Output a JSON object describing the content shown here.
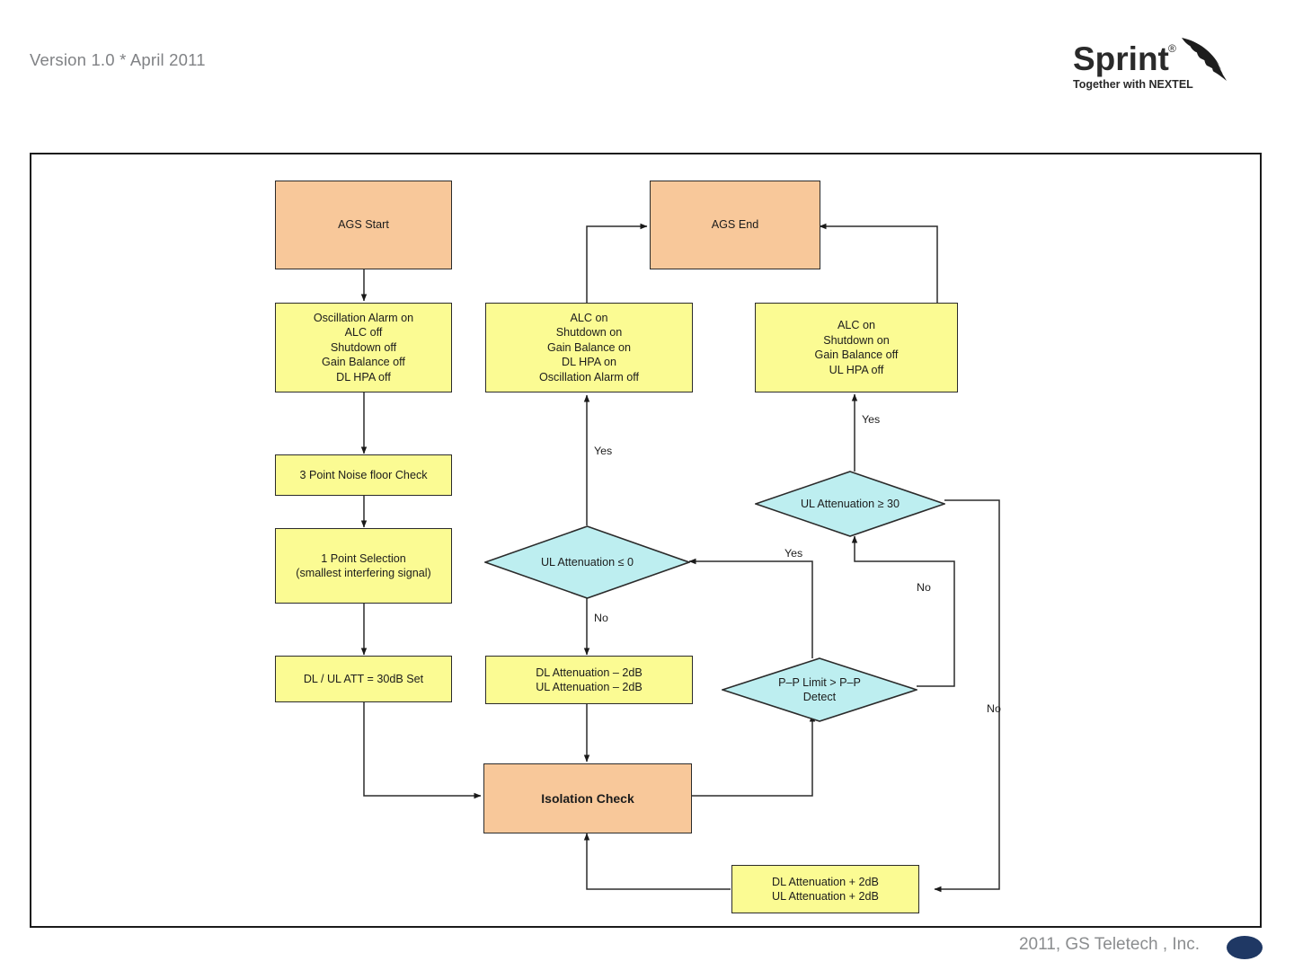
{
  "header": {
    "version_text": "Version 1.0 * April 2011",
    "brand_name": "Sprint",
    "brand_tagline": "Together with NEXTEL",
    "brand_mark": "sprint-swoosh-icon"
  },
  "footer": {
    "copyright": "2011, GS Teletech , Inc.",
    "dot_color": "#1f3864"
  },
  "colors": {
    "terminal_fill": "#f8c89a",
    "process_fill": "#fbfb93",
    "decision_fill": "#bdeef0",
    "stroke": "#2b2b2b",
    "frame": "#1a1a1a",
    "text": "#1c1c1c"
  },
  "chart_data": {
    "type": "diagram",
    "title": "AGS (Auto Gain Setting) Flowchart",
    "nodes": [
      {
        "id": "ags_start",
        "shape": "process",
        "fill": "terminal_fill",
        "label": "AGS Start"
      },
      {
        "id": "init_state",
        "shape": "process",
        "fill": "process_fill",
        "label": "Oscillation Alarm on\nALC off\nShutdown off\nGain Balance off\nDL HPA off"
      },
      {
        "id": "noise_check",
        "shape": "process",
        "fill": "process_fill",
        "label": "3 Point Noise floor Check"
      },
      {
        "id": "point_selection",
        "shape": "process",
        "fill": "process_fill",
        "label": "1 Point Selection\n(smallest interfering signal)"
      },
      {
        "id": "att_30db",
        "shape": "process",
        "fill": "process_fill",
        "label": "DL / UL ATT = 30dB Set"
      },
      {
        "id": "ags_end",
        "shape": "process",
        "fill": "terminal_fill",
        "label": "AGS End"
      },
      {
        "id": "final_dl",
        "shape": "process",
        "fill": "process_fill",
        "label": "ALC on\nShutdown on\nGain Balance on\nDL HPA on\nOscillation Alarm off"
      },
      {
        "id": "final_ul",
        "shape": "process",
        "fill": "process_fill",
        "label": "ALC on\nShutdown on\nGain Balance off\nUL HPA off"
      },
      {
        "id": "ul_att_le_0",
        "shape": "decision",
        "fill": "decision_fill",
        "label": "UL Attenuation ≤ 0"
      },
      {
        "id": "ul_att_ge_30",
        "shape": "decision",
        "fill": "decision_fill",
        "label": "UL Attenuation ≥ 30"
      },
      {
        "id": "pp_limit",
        "shape": "decision",
        "fill": "decision_fill",
        "label": "P–P Limit > P–P\nDetect"
      },
      {
        "id": "att_minus_2db",
        "shape": "process",
        "fill": "process_fill",
        "label": "DL Attenuation – 2dB\nUL Attenuation – 2dB"
      },
      {
        "id": "isolation_check",
        "shape": "process",
        "fill": "terminal_fill",
        "label": "Isolation Check",
        "bold": true
      },
      {
        "id": "att_plus_2db",
        "shape": "process",
        "fill": "process_fill",
        "label": "DL Attenuation + 2dB\nUL Attenuation + 2dB"
      }
    ],
    "edges": [
      {
        "from": "ags_start",
        "to": "init_state",
        "label": ""
      },
      {
        "from": "init_state",
        "to": "noise_check",
        "label": ""
      },
      {
        "from": "noise_check",
        "to": "point_selection",
        "label": ""
      },
      {
        "from": "point_selection",
        "to": "att_30db",
        "label": ""
      },
      {
        "from": "att_30db",
        "to": "isolation_check",
        "label": ""
      },
      {
        "from": "isolation_check",
        "to": "pp_limit",
        "label": ""
      },
      {
        "from": "pp_limit",
        "to": "ul_att_le_0",
        "label": "Yes"
      },
      {
        "from": "pp_limit",
        "to": "ul_att_ge_30",
        "label": "No"
      },
      {
        "from": "ul_att_le_0",
        "to": "final_dl",
        "label": "Yes"
      },
      {
        "from": "ul_att_le_0",
        "to": "att_minus_2db",
        "label": "No"
      },
      {
        "from": "att_minus_2db",
        "to": "isolation_check",
        "label": ""
      },
      {
        "from": "ul_att_ge_30",
        "to": "final_ul",
        "label": "Yes"
      },
      {
        "from": "ul_att_ge_30",
        "to": "att_plus_2db",
        "label": "No"
      },
      {
        "from": "att_plus_2db",
        "to": "isolation_check",
        "label": ""
      },
      {
        "from": "final_dl",
        "to": "ags_end",
        "label": ""
      },
      {
        "from": "final_ul",
        "to": "ags_end",
        "label": ""
      }
    ],
    "edge_labels": [
      "Yes",
      "No",
      "Yes",
      "Yes",
      "No",
      "No"
    ]
  },
  "labels": {
    "yes": "Yes",
    "no": "No"
  }
}
